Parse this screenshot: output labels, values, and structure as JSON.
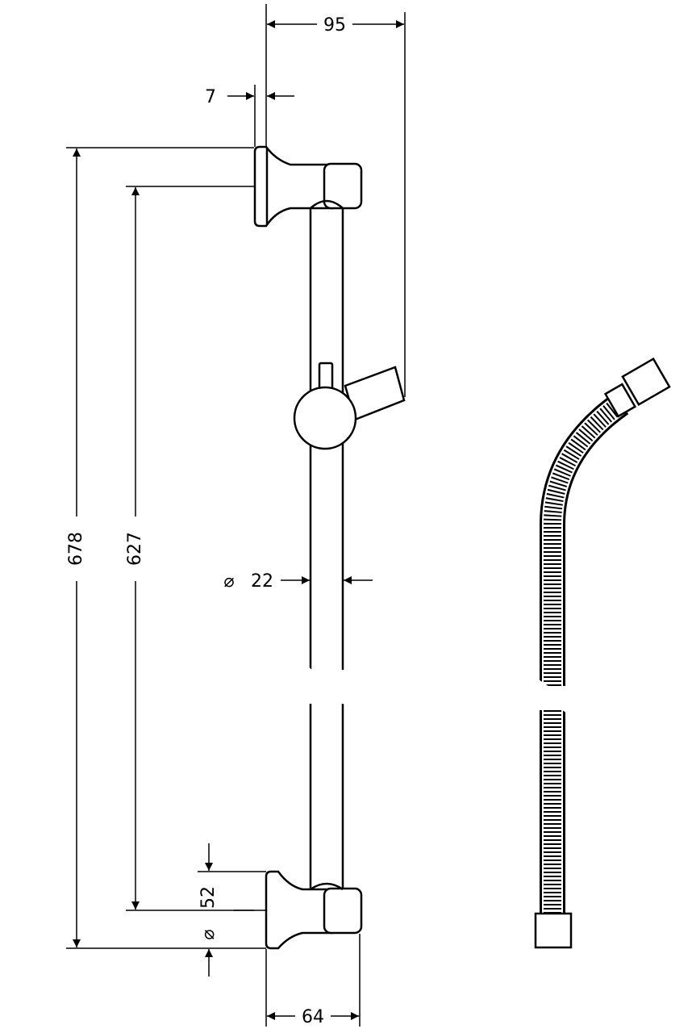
{
  "dimensions": {
    "width_95": "95",
    "offset_7": "7",
    "height_678": "678",
    "height_627": "627",
    "rail_diameter": "22",
    "bracket_diameter": "52",
    "depth_64": "64",
    "diameter_symbol": "⌀"
  },
  "colors": {
    "line": "#000000",
    "background": "#ffffff"
  }
}
